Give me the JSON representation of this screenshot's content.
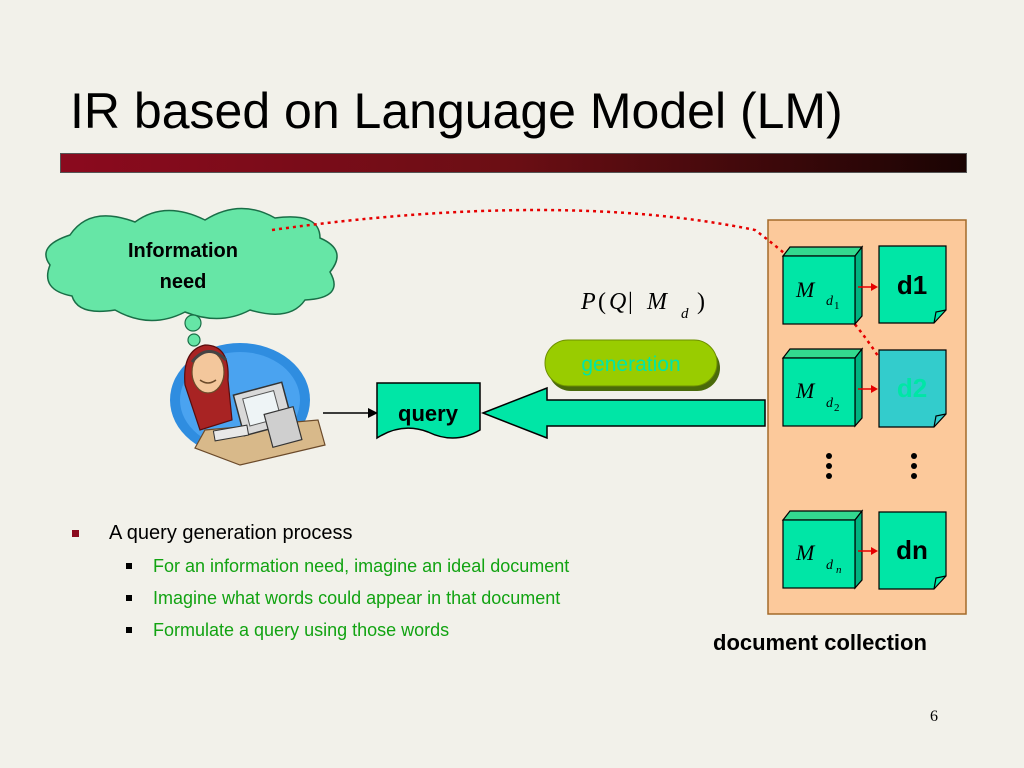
{
  "slide": {
    "title": "IR based on Language Model (LM)",
    "page_number": "6"
  },
  "diagram": {
    "information_need_line1": "Information",
    "information_need_line2": "need",
    "query_label": "query",
    "generation_label": "generation",
    "probability": {
      "P": "P",
      "open": "(",
      "Q": "Q",
      "bar": "|",
      "M": "M",
      "sub": "d",
      "close": ")"
    },
    "models": [
      {
        "M": "M",
        "d": "d",
        "sub": "1"
      },
      {
        "M": "M",
        "d": "d",
        "sub": "2"
      },
      {
        "M": "M",
        "d": "d",
        "sub": "n"
      }
    ],
    "documents": [
      "d1",
      "d2",
      "dn"
    ],
    "collection_label": "document collection",
    "colors": {
      "cloud": "#66e6a6",
      "model_cube": "#00e6a6",
      "doc_card": "#00e6a6",
      "doc_card_highlight": "#33cccc",
      "collection_bg": "#fcc99b",
      "generation_pill": "#99cc00",
      "generation_text": "#00e6a6",
      "arrow": "#00e6a6",
      "dotted_line": "#e60000",
      "title_bar": "#8b0a1e"
    }
  },
  "bullets": {
    "main": "A query generation process",
    "sub": [
      "For an information need, imagine an ideal document",
      "Imagine what words could appear in that document",
      "Formulate a query using those words"
    ]
  }
}
